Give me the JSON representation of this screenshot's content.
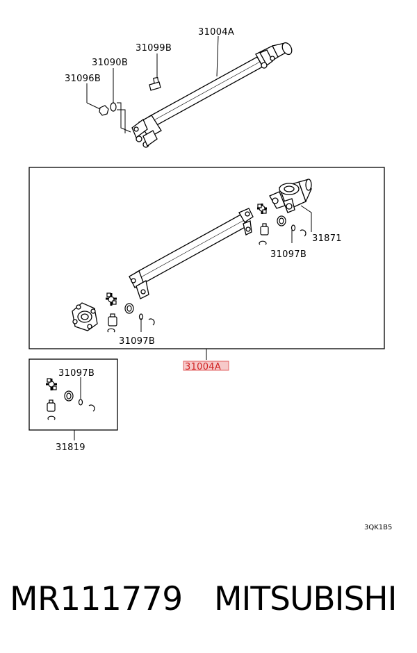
{
  "labels": {
    "top_shaft": "31004A",
    "bolt": "31099B",
    "washer": "31090B",
    "nut": "31096B",
    "yoke": "31871",
    "kit_right": "31097B",
    "kit_left": "31097B",
    "shaft_assy_highlight": "31004A",
    "kit_box": "31097B",
    "box_part": "31819"
  },
  "diagram_code": "3QK1B5",
  "footer": {
    "part_number": "MR111779",
    "brand": "MITSUBISHI"
  },
  "colors": {
    "line": "#000000",
    "highlight_fill": "#f6c9c9",
    "highlight_text": "#d02020"
  }
}
